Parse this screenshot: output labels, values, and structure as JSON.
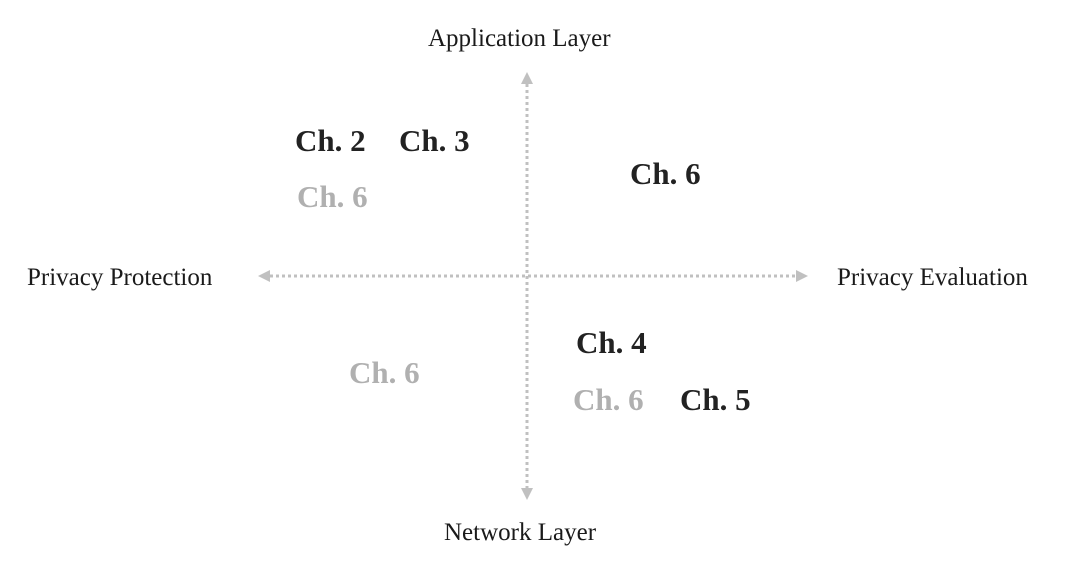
{
  "axes": {
    "top_label": "Application Layer",
    "bottom_label": "Network Layer",
    "left_label": "Privacy Protection",
    "right_label": "Privacy Evaluation",
    "color": "#c0c0c0",
    "style": "dotted"
  },
  "quadrants": {
    "top_left": [
      "Ch. 2",
      "Ch. 3",
      "Ch. 6"
    ],
    "top_right": [
      "Ch. 6"
    ],
    "bottom_left": [
      "Ch. 6"
    ],
    "bottom_right": [
      "Ch. 4",
      "Ch. 6",
      "Ch. 5"
    ]
  },
  "colors": {
    "primary_chapter": "#222222",
    "secondary_chapter": "#b0b0b0"
  }
}
